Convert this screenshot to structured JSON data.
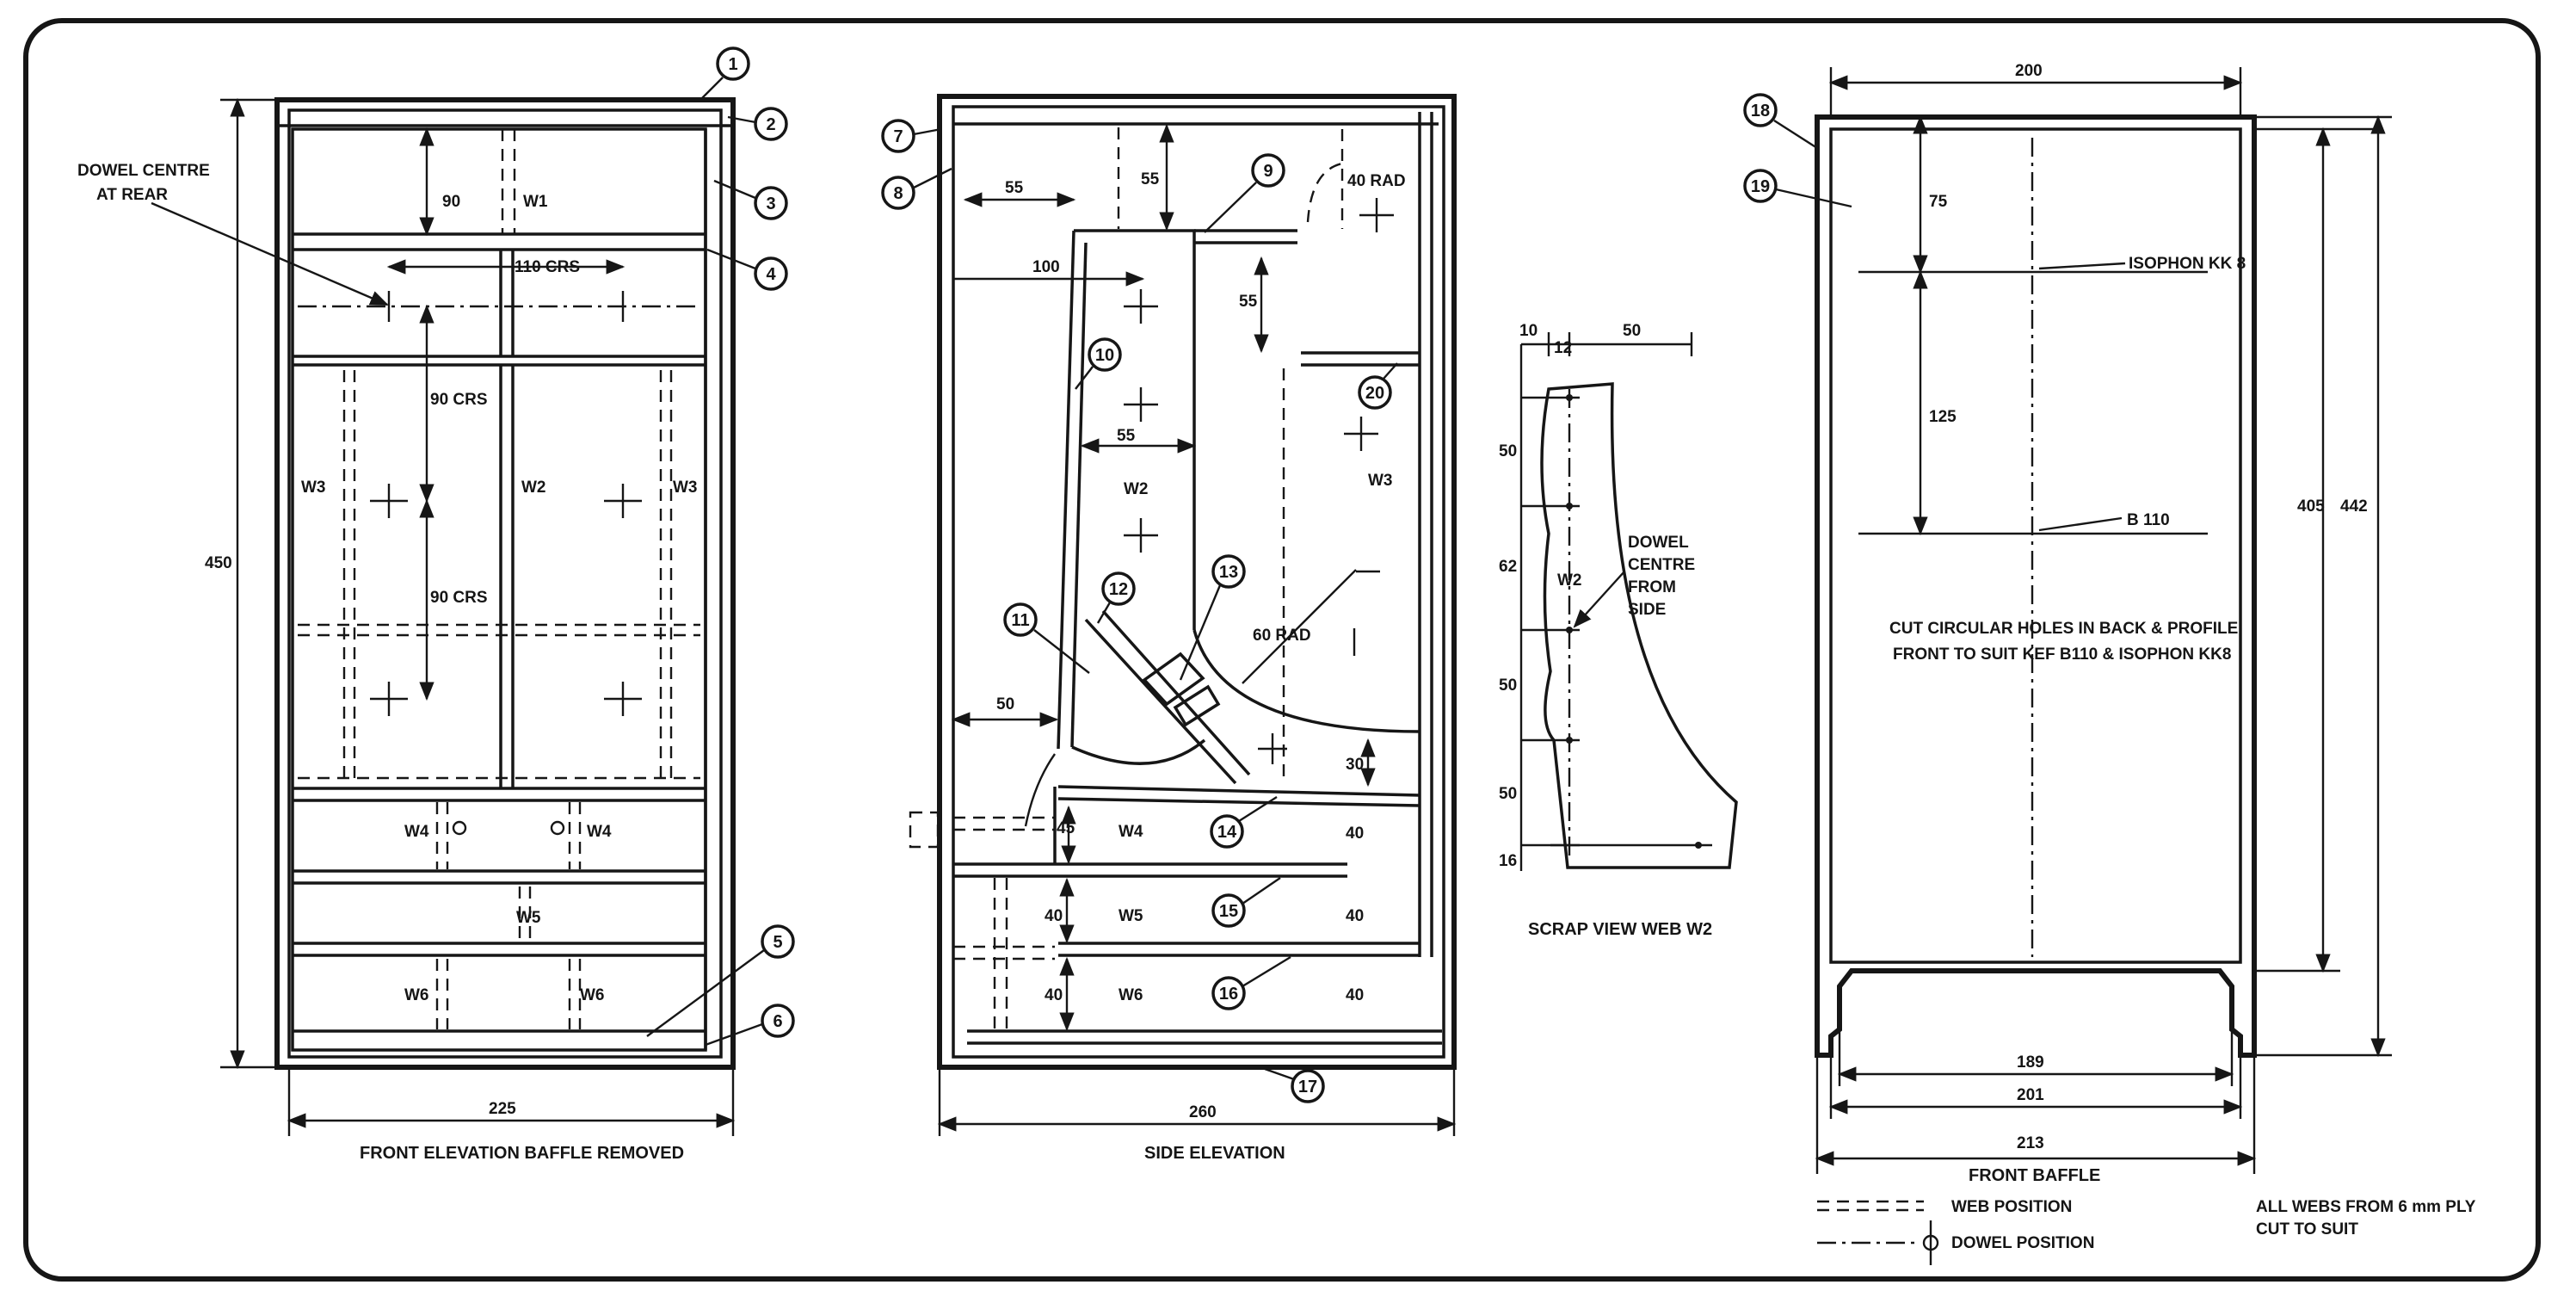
{
  "views": {
    "front": {
      "caption": "FRONT ELEVATION BAFFLE REMOVED",
      "note_line1": "DOWEL CENTRE",
      "note_line2": "AT REAR",
      "height_dim": "450",
      "width_dim": "225",
      "dim_90": "90",
      "dim_110crs": "110 CRS",
      "dim_90crs_a": "90 CRS",
      "dim_90crs_b": "90 CRS",
      "webs": {
        "w1": "W1",
        "w2": "W2",
        "w3l": "W3",
        "w3r": "W3",
        "w4l": "W4",
        "w4r": "W4",
        "w5": "W5",
        "w6l": "W6",
        "w6r": "W6"
      },
      "callouts": [
        "1",
        "2",
        "3",
        "4",
        "5",
        "6"
      ]
    },
    "side": {
      "caption": "SIDE ELEVATION",
      "width_dim": "260",
      "dim_55a": "55",
      "dim_55b": "55",
      "dim_55c": "55",
      "dim_55d": "55",
      "dim_100": "100",
      "dim_50": "50",
      "dim_45": "45",
      "dim_40a": "40",
      "dim_40b": "40",
      "dim_40c": "40",
      "dim_40d": "40",
      "dim_40e": "40",
      "dim_30": "30",
      "rad40": "40 RAD",
      "rad60": "60 RAD",
      "webs": {
        "w2": "W2",
        "w3": "W3",
        "w4": "W4",
        "w5": "W5",
        "w6": "W6"
      },
      "callouts": [
        "7",
        "8",
        "9",
        "10",
        "11",
        "12",
        "13",
        "14",
        "15",
        "16",
        "17",
        "20"
      ]
    },
    "scrap": {
      "caption": "SCRAP VIEW WEB W2",
      "dim_10": "10",
      "dim_12": "12",
      "dim_50top": "50",
      "dim_50a": "50",
      "dim_62": "62",
      "dim_50b": "50",
      "dim_50c": "50",
      "dim_16": "16",
      "web": "W2",
      "note": [
        "DOWEL",
        "CENTRE",
        "FROM",
        "SIDE"
      ]
    },
    "baffle": {
      "caption": "FRONT BAFFLE",
      "dim_200": "200",
      "dim_75": "75",
      "dim_125": "125",
      "dim_405": "405",
      "dim_442": "442",
      "dim_189": "189",
      "dim_201": "201",
      "dim_213": "213",
      "hole1": "ISOPHON KK 8",
      "hole2": "B 110",
      "note1": "CUT CIRCULAR HOLES IN BACK & PROFILE",
      "note2": "FRONT TO SUIT KEF B110 & ISOPHON KK8",
      "callouts": [
        "18",
        "19"
      ]
    }
  },
  "legend": {
    "web_position": "WEB POSITION",
    "dowel_position": "DOWEL POSITION"
  },
  "materials_note": [
    "ALL WEBS FROM 6 mm PLY",
    "CUT TO SUIT"
  ]
}
